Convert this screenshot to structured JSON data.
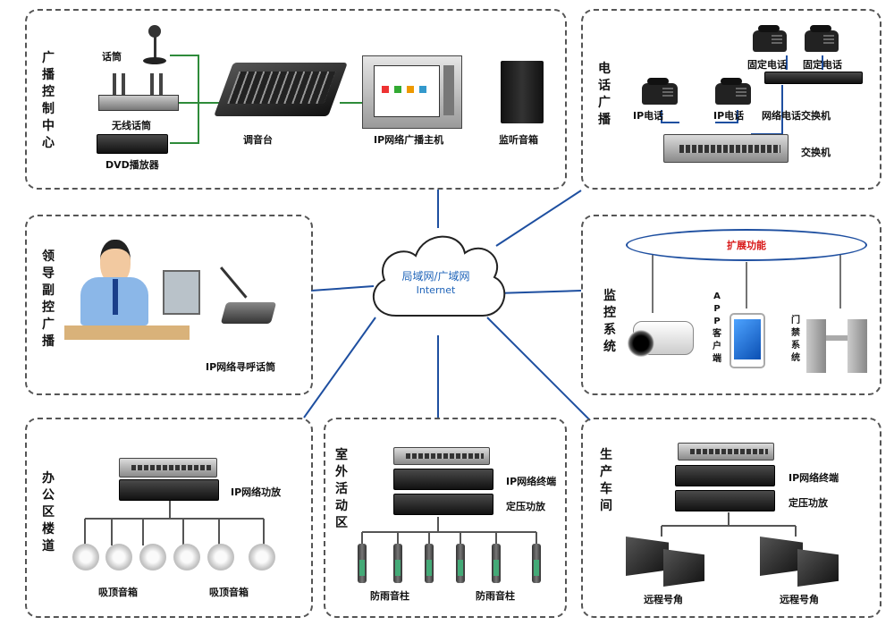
{
  "cloud": {
    "line1": "局域网/广域网",
    "line2": "Internet",
    "color": "#1e63b8"
  },
  "panels": {
    "broadcast_center": {
      "title": "广播控制中心",
      "microphone": "话筒",
      "wireless_mic": "无线话筒",
      "dvd_player": "DVD播放器",
      "mixer": "调音台",
      "host": "IP网络广播主机",
      "monitor_speaker": "监听音箱"
    },
    "phone_broadcast": {
      "title": "电话广播",
      "fixed_phone_1": "固定电话",
      "fixed_phone_2": "固定电话",
      "ip_phone_1": "IP电话",
      "ip_phone_2": "IP电话",
      "pbx": "网络电话交换机",
      "switch": "交换机"
    },
    "leader_control": {
      "title": "领导副控广播",
      "paging_mic": "IP网络寻呼话筒"
    },
    "monitoring": {
      "title": "监控系统",
      "extension": "扩展功能",
      "extension_color": "#d81818",
      "app_client": "APP客户端",
      "access_control": "门禁系统"
    },
    "office": {
      "title": "办公区楼道",
      "amplifier": "IP网络功放",
      "ceiling_speaker_1": "吸顶音箱",
      "ceiling_speaker_2": "吸顶音箱"
    },
    "outdoor": {
      "title": "室外活动区",
      "terminal": "IP网络终端",
      "amplifier": "定压功放",
      "column_speaker_1": "防雨音柱",
      "column_speaker_2": "防雨音柱"
    },
    "workshop": {
      "title": "生产车间",
      "terminal": "IP网络终端",
      "amplifier": "定压功放",
      "horn_1": "远程号角",
      "horn_2": "远程号角"
    }
  }
}
